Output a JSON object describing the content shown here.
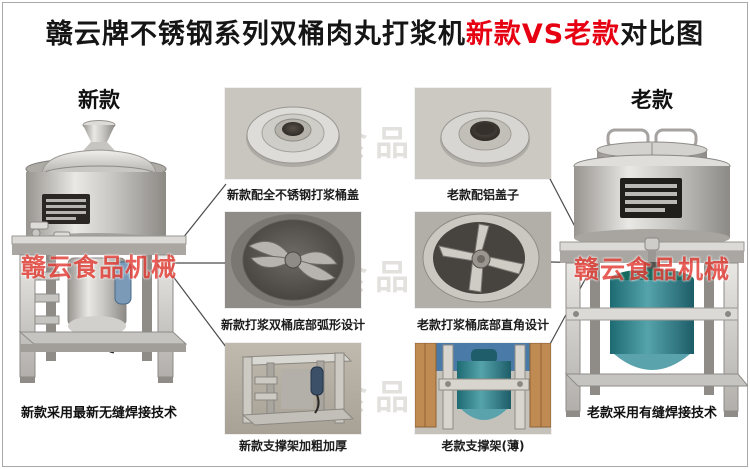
{
  "page": {
    "bg": "#ffffff",
    "border_color": "#a9a9a9"
  },
  "title": {
    "prefix": "赣云牌不锈钢系列双桶肉丸打浆机",
    "highlight": "新款VS老款",
    "suffix": "对比图",
    "highlight_color": "#e60012"
  },
  "left_machine": {
    "label": "新款",
    "bottom_caption": "新款采用最新无缝焊接技术"
  },
  "right_machine": {
    "label": "老款",
    "bottom_caption": "老款采用有缝焊接技术"
  },
  "middle_left": {
    "items": [
      {
        "caption": "新款配全不锈钢打浆桶盖"
      },
      {
        "caption": "新款打浆双桶底部弧形设计"
      },
      {
        "caption": "新款支撑架加粗加厚"
      }
    ]
  },
  "middle_right": {
    "items": [
      {
        "caption": "老款配铝盖子"
      },
      {
        "caption": "老款打浆桶底部直角设计"
      },
      {
        "caption": "老款支撑架(薄)"
      }
    ]
  },
  "watermark": {
    "text": "赣云食品机械",
    "red_color": "#e2423a"
  }
}
